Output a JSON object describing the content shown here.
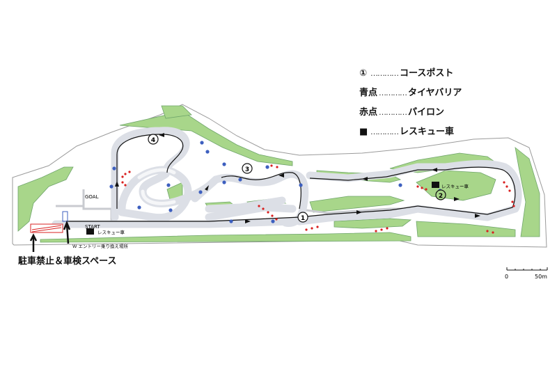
{
  "legend": {
    "post": {
      "key": "①",
      "text": "コースポスト"
    },
    "blue": {
      "key": "青点",
      "text": "タイヤバリア"
    },
    "red": {
      "key": "赤点",
      "text": "パイロン"
    },
    "rescue": {
      "key": "■",
      "text": "レスキュー車"
    }
  },
  "dots": "…………",
  "labels": {
    "goal": "GOAL",
    "start": "START",
    "rescue_bottom": "レスキュー車",
    "rescue_right": "レスキュー車",
    "w_entry": "W エントリー乗り換え場所",
    "no_parking": "駐車禁止＆車検スペース"
  },
  "posts": [
    "1",
    "2",
    "3",
    "4"
  ],
  "scale": {
    "start": "0",
    "end": "50m"
  },
  "colors": {
    "green": "#a8d68a",
    "track": "#dcdfe6",
    "blue_dot": "#3d5fbf",
    "red_dot": "#d92020",
    "outline": "#999999"
  }
}
